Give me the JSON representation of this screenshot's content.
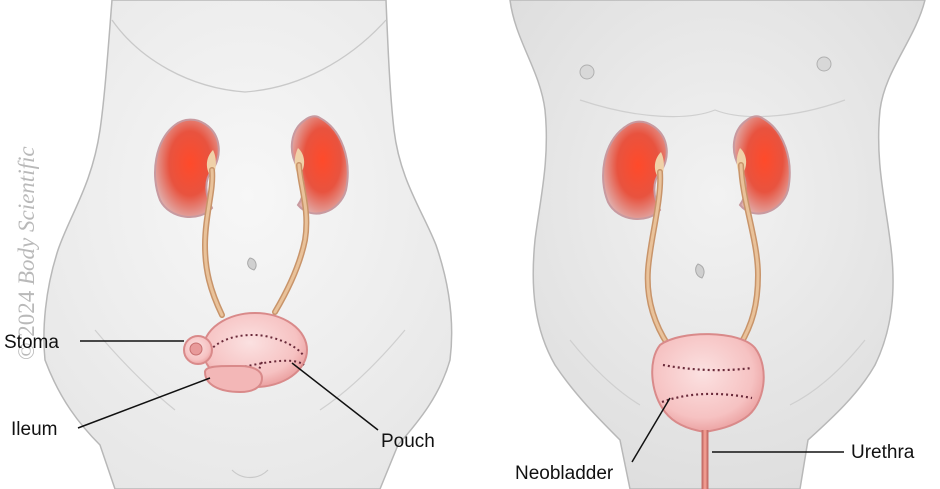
{
  "watermark": {
    "year_text": "© 2024",
    "brand_text": "Body Scientific"
  },
  "left_figure": {
    "labels": {
      "stoma": "Stoma",
      "ileum": "Ileum",
      "pouch": "Pouch"
    }
  },
  "right_figure": {
    "labels": {
      "neobladder": "Neobladder",
      "urethra": "Urethra"
    }
  },
  "colors": {
    "skin": "#f1f1f1",
    "outline": "#b3b3b3",
    "kidney": "#e8533f",
    "kidney_capsule": "#d9c4c8",
    "ureter": "#d9a679",
    "pouch": "#f6c2c2",
    "stitch": "#6a2a3a",
    "callout_line": "#111111"
  }
}
